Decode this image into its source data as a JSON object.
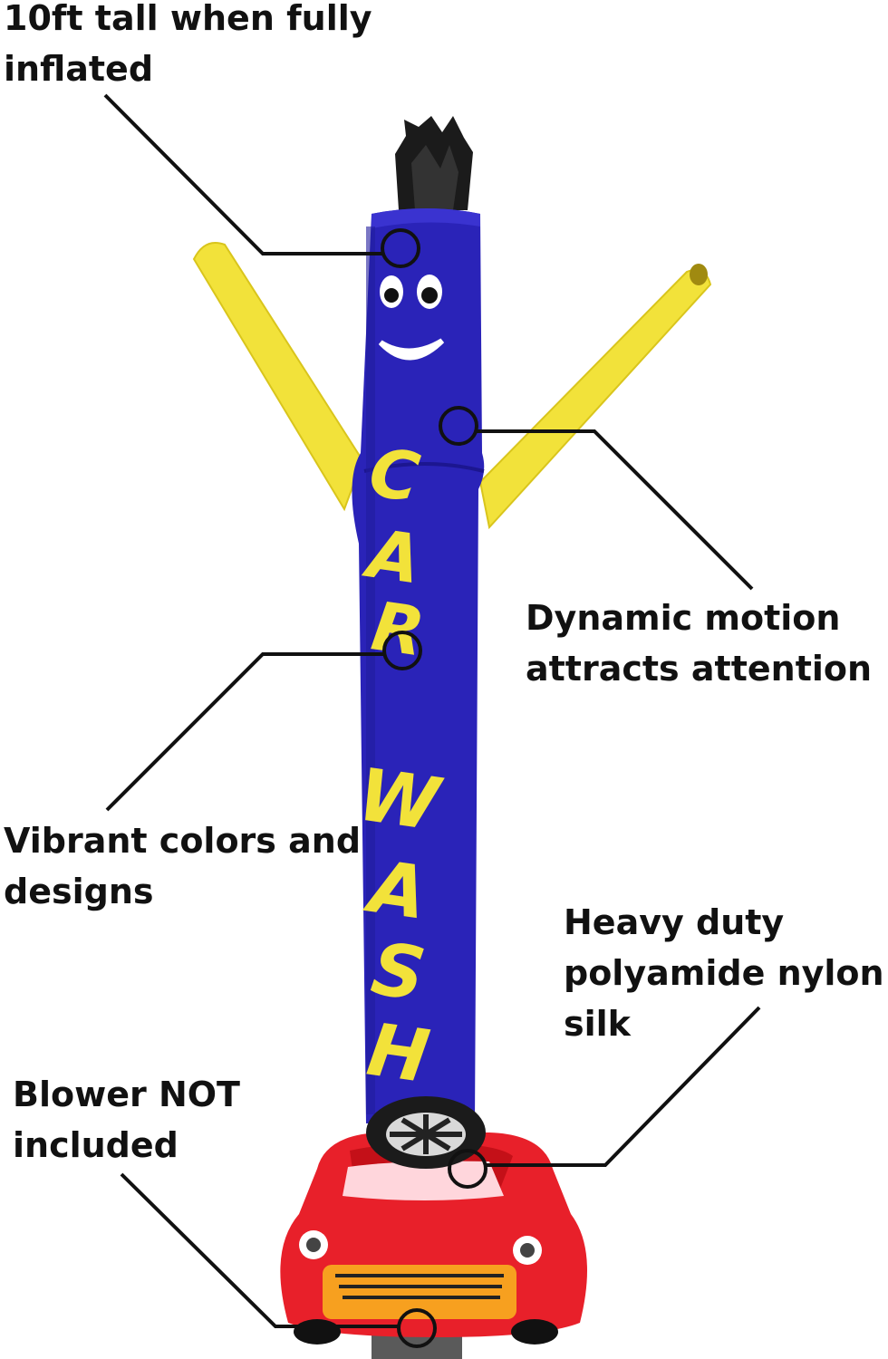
{
  "product_image": {
    "tube_text": [
      "C",
      "A",
      "R",
      "W",
      "A",
      "S",
      "H"
    ],
    "colors": {
      "tube": "#2a23b8",
      "arms": "#f2e23a",
      "tube_text": "#f2e23a",
      "car_body": "#e8202a",
      "fan_base": "#5a5a5a",
      "callout_line": "#111111"
    }
  },
  "callouts": [
    {
      "id": "height",
      "text": "10ft tall when fully\ninflated"
    },
    {
      "id": "motion",
      "text": "Dynamic motion\nattracts attention"
    },
    {
      "id": "colors",
      "text": "Vibrant colors and\ndesigns"
    },
    {
      "id": "material",
      "text": "Heavy duty\npolyamide nylon\nsilk"
    },
    {
      "id": "blower",
      "text": "Blower NOT\nincluded"
    }
  ]
}
